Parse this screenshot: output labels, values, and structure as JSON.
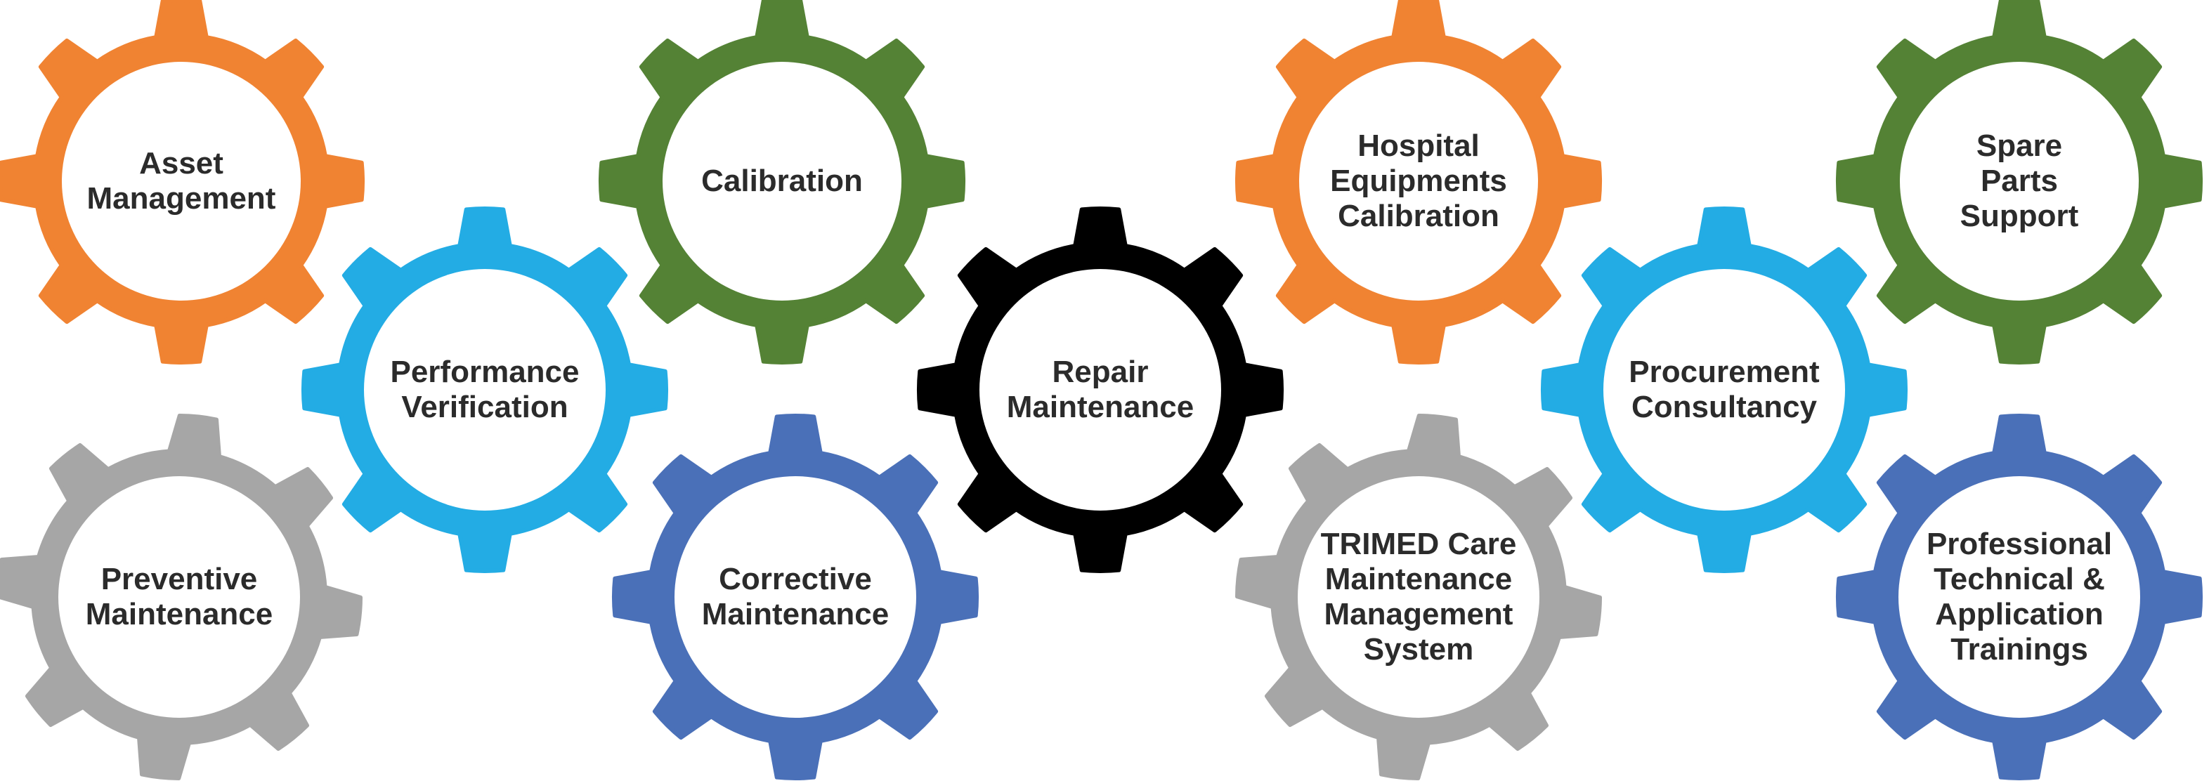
{
  "gears": [
    {
      "id": "asset-management",
      "color": "orange",
      "lines": [
        "Asset",
        "Management"
      ]
    },
    {
      "id": "calibration",
      "color": "green",
      "lines": [
        "Calibration"
      ]
    },
    {
      "id": "hospital-equipments-calibration",
      "color": "orange",
      "lines": [
        "Hospital",
        "Equipments",
        "Calibration"
      ]
    },
    {
      "id": "spare-parts-support",
      "color": "green",
      "lines": [
        "Spare",
        "Parts",
        "Support"
      ]
    },
    {
      "id": "performance-verification",
      "color": "light-blue",
      "lines": [
        "Performance",
        "Verification"
      ]
    },
    {
      "id": "repair-maintenance",
      "color": "black",
      "lines": [
        "Repair",
        "Maintenance"
      ]
    },
    {
      "id": "procurement-consultancy",
      "color": "light-blue",
      "lines": [
        "Procurement",
        "Consultancy"
      ]
    },
    {
      "id": "preventive-maintenance",
      "color": "gray",
      "lines": [
        "Preventive",
        "Maintenance"
      ]
    },
    {
      "id": "corrective-maintenance",
      "color": "blue",
      "lines": [
        "Corrective",
        "Maintenance"
      ]
    },
    {
      "id": "trimed-care",
      "color": "gray",
      "lines": [
        "TRIMED Care",
        "Maintenance",
        "Management",
        "System"
      ]
    },
    {
      "id": "professional-trainings",
      "color": "blue",
      "lines": [
        "Professional",
        "Technical &",
        "Application",
        "Trainings"
      ]
    }
  ],
  "colors": {
    "orange": "#F08332",
    "green": "#548235",
    "light-blue": "#23ACE4",
    "blue": "#4A70B8",
    "gray": "#A6A6A6",
    "black": "#000000",
    "hub": "#FFFFFF"
  }
}
